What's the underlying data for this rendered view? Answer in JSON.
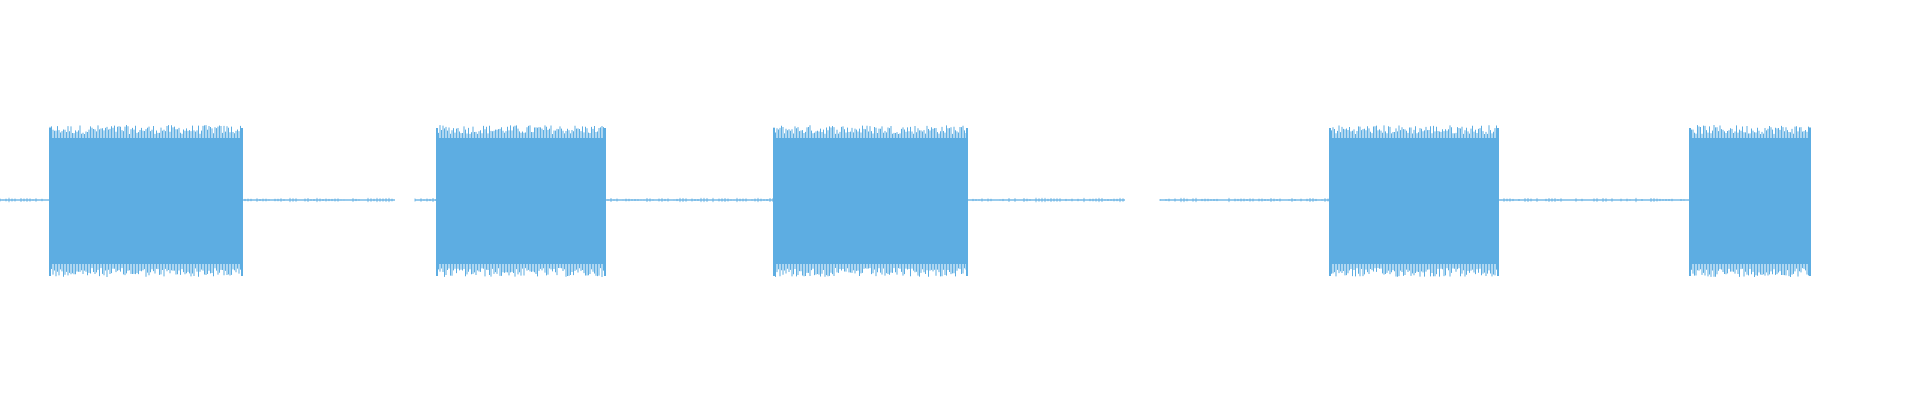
{
  "waveform": {
    "color": "#5dade2",
    "background": "#ffffff",
    "segments": [
      {
        "kind": "baseline"
      },
      {
        "kind": "burst"
      },
      {
        "kind": "baseline"
      },
      {
        "kind": "gap"
      },
      {
        "kind": "baseline"
      },
      {
        "kind": "burst"
      },
      {
        "kind": "baseline"
      },
      {
        "kind": "burst"
      },
      {
        "kind": "baseline"
      },
      {
        "kind": "gap"
      },
      {
        "kind": "baseline"
      },
      {
        "kind": "burst"
      },
      {
        "kind": "baseline"
      },
      {
        "kind": "burst"
      },
      {
        "kind": "baseline"
      }
    ],
    "burst_count": 5
  }
}
